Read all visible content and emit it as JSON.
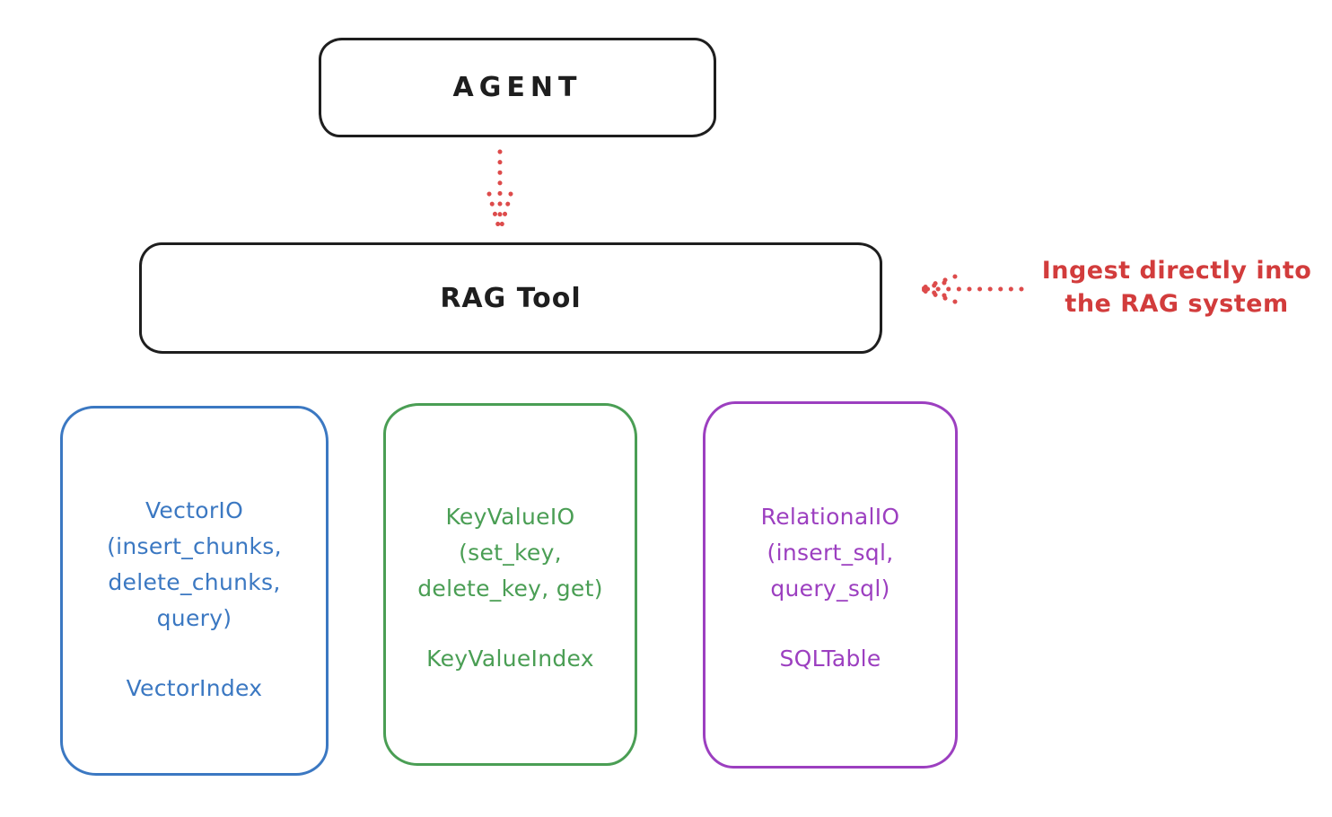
{
  "agent": {
    "label": "AGENT"
  },
  "rag_tool": {
    "label": "RAG Tool"
  },
  "annotation": {
    "line1": "Ingest directly into",
    "line2": "the RAG system"
  },
  "boxes": [
    {
      "name": "VectorIO",
      "lines": [
        "VectorIO",
        "(insert_chunks,",
        "delete_chunks,",
        "query)"
      ],
      "footer": "VectorIndex",
      "color": "#3b78c2"
    },
    {
      "name": "KeyValueIO",
      "lines": [
        "KeyValueIO",
        "(set_key,",
        "delete_key, get)"
      ],
      "footer": "KeyValueIndex",
      "color": "#4a9e54"
    },
    {
      "name": "RelationalIO",
      "lines": [
        "RelationalIO",
        "(insert_sql,",
        "query_sql)"
      ],
      "footer": "SQLTable",
      "color": "#9c3fc0"
    }
  ],
  "colors": {
    "stroke_black": "#1e1e1e",
    "accent_red": "#d23c3c",
    "blue": "#3b78c2",
    "green": "#4a9e54",
    "purple": "#9c3fc0",
    "background": "#ffffff"
  }
}
